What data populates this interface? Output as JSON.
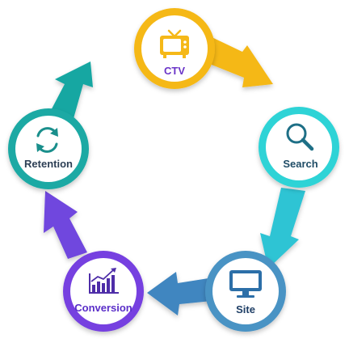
{
  "diagram": {
    "type": "cycle",
    "nodes": [
      {
        "id": "ctv",
        "label": "CTV",
        "icon": "tv-icon",
        "color": "#f5b818",
        "label_color": "#6a34c8"
      },
      {
        "id": "search",
        "label": "Search",
        "icon": "magnifier-icon",
        "color": "#2fd3d6",
        "label_color": "#1f4c66"
      },
      {
        "id": "site",
        "label": "Site",
        "icon": "monitor-icon",
        "color": "#4a93c4",
        "label_color": "#1f3f66"
      },
      {
        "id": "conversion",
        "label": "Conversion",
        "icon": "growth-chart-icon",
        "color": "#7640e0",
        "label_color": "#5a2ec8"
      },
      {
        "id": "retention",
        "label": "Retention",
        "icon": "refresh-icon",
        "color": "#1aa9a4",
        "label_color": "#2d3f55"
      }
    ],
    "arrows": [
      {
        "from": "ctv",
        "to": "search",
        "color": "#f5b818"
      },
      {
        "from": "search",
        "to": "site",
        "color": "#2fc4d4"
      },
      {
        "from": "site",
        "to": "conversion",
        "color": "#3f86c0"
      },
      {
        "from": "conversion",
        "to": "retention",
        "color": "#6f47de"
      },
      {
        "from": "retention",
        "to": "ctv",
        "color": "#17a7a2"
      }
    ]
  }
}
